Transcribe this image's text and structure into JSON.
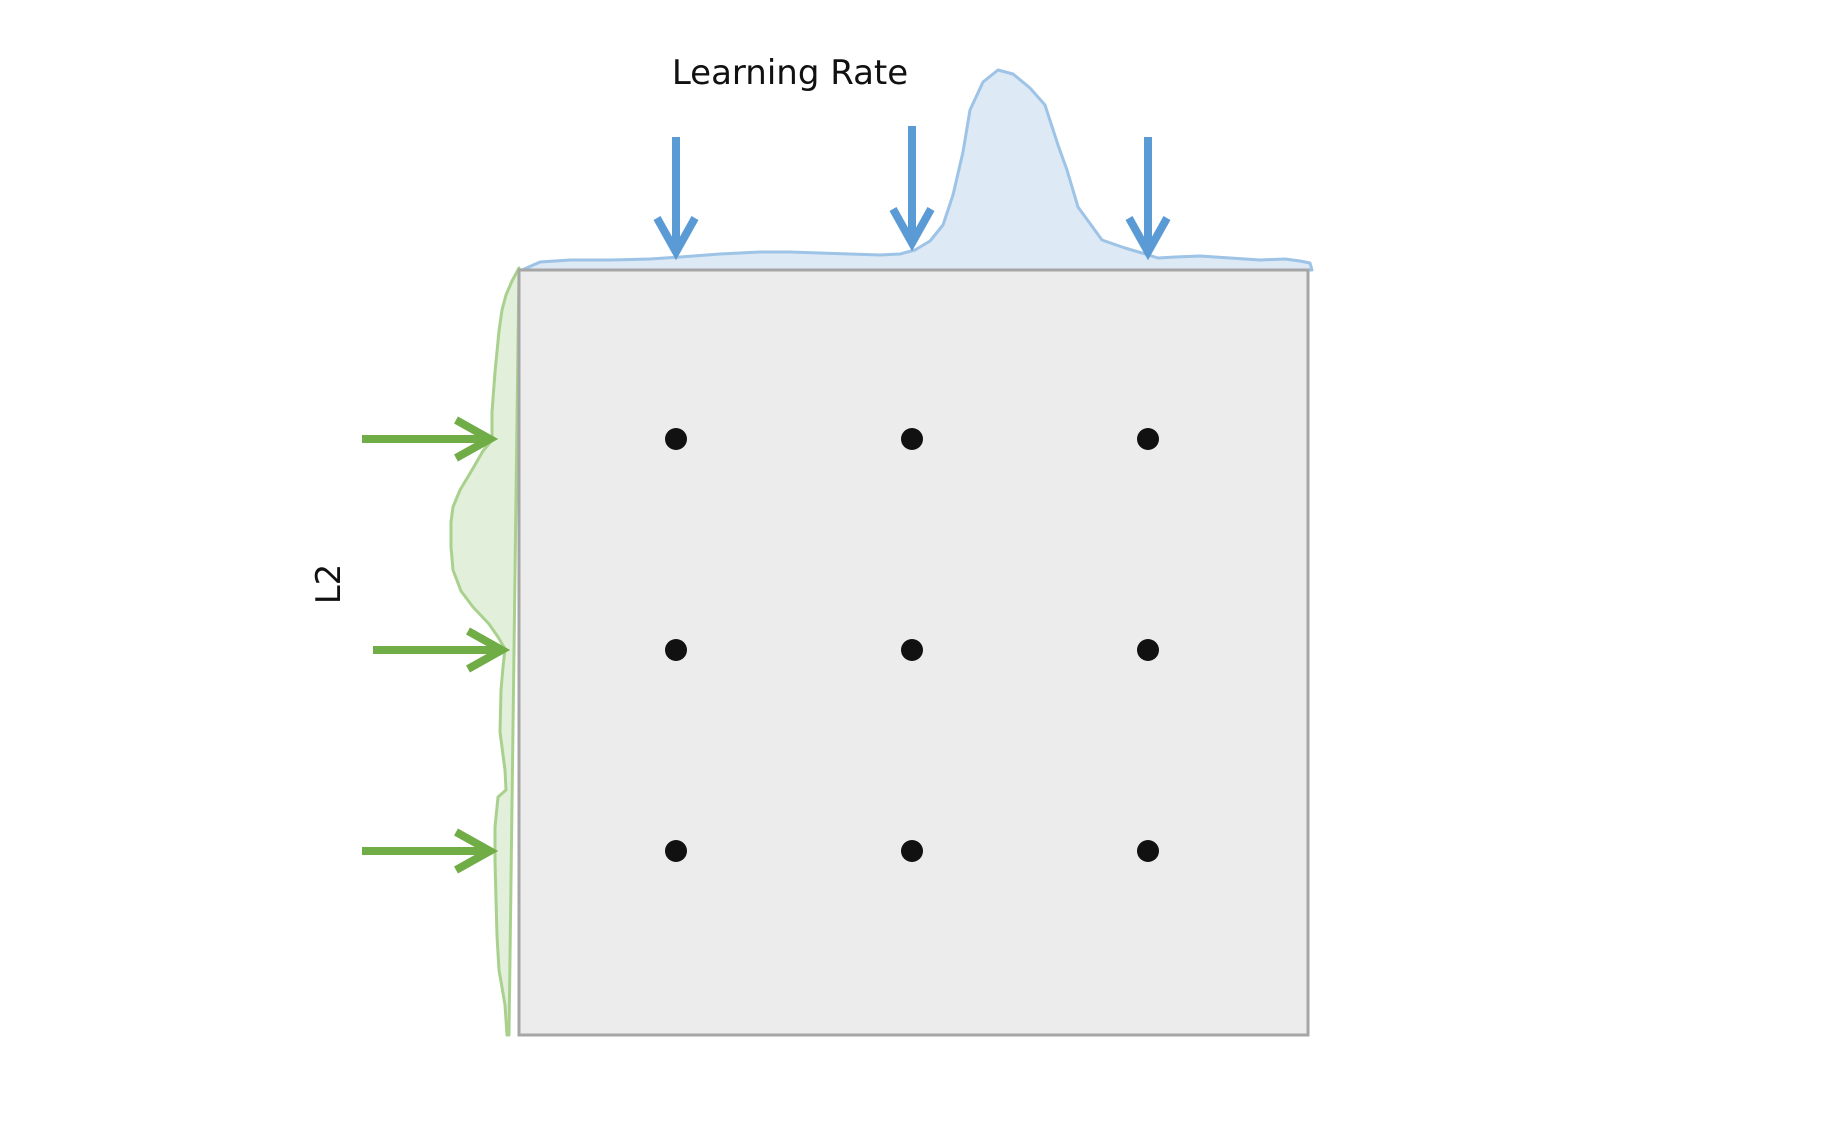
{
  "labels": {
    "top": "Learning Rate",
    "left": "L2"
  },
  "colors": {
    "grid_fill": "#ececec",
    "grid_border": "#a6a6a6",
    "top_distribution_fill": "#dde9f5",
    "top_distribution_stroke": "#9dc3e6",
    "top_arrow": "#5b9bd5",
    "left_distribution_fill": "#e2efda",
    "left_distribution_stroke": "#a9d18e",
    "left_arrow": "#70ad47",
    "point": "#111111"
  },
  "grid": {
    "columns": 3,
    "rows": 3
  }
}
